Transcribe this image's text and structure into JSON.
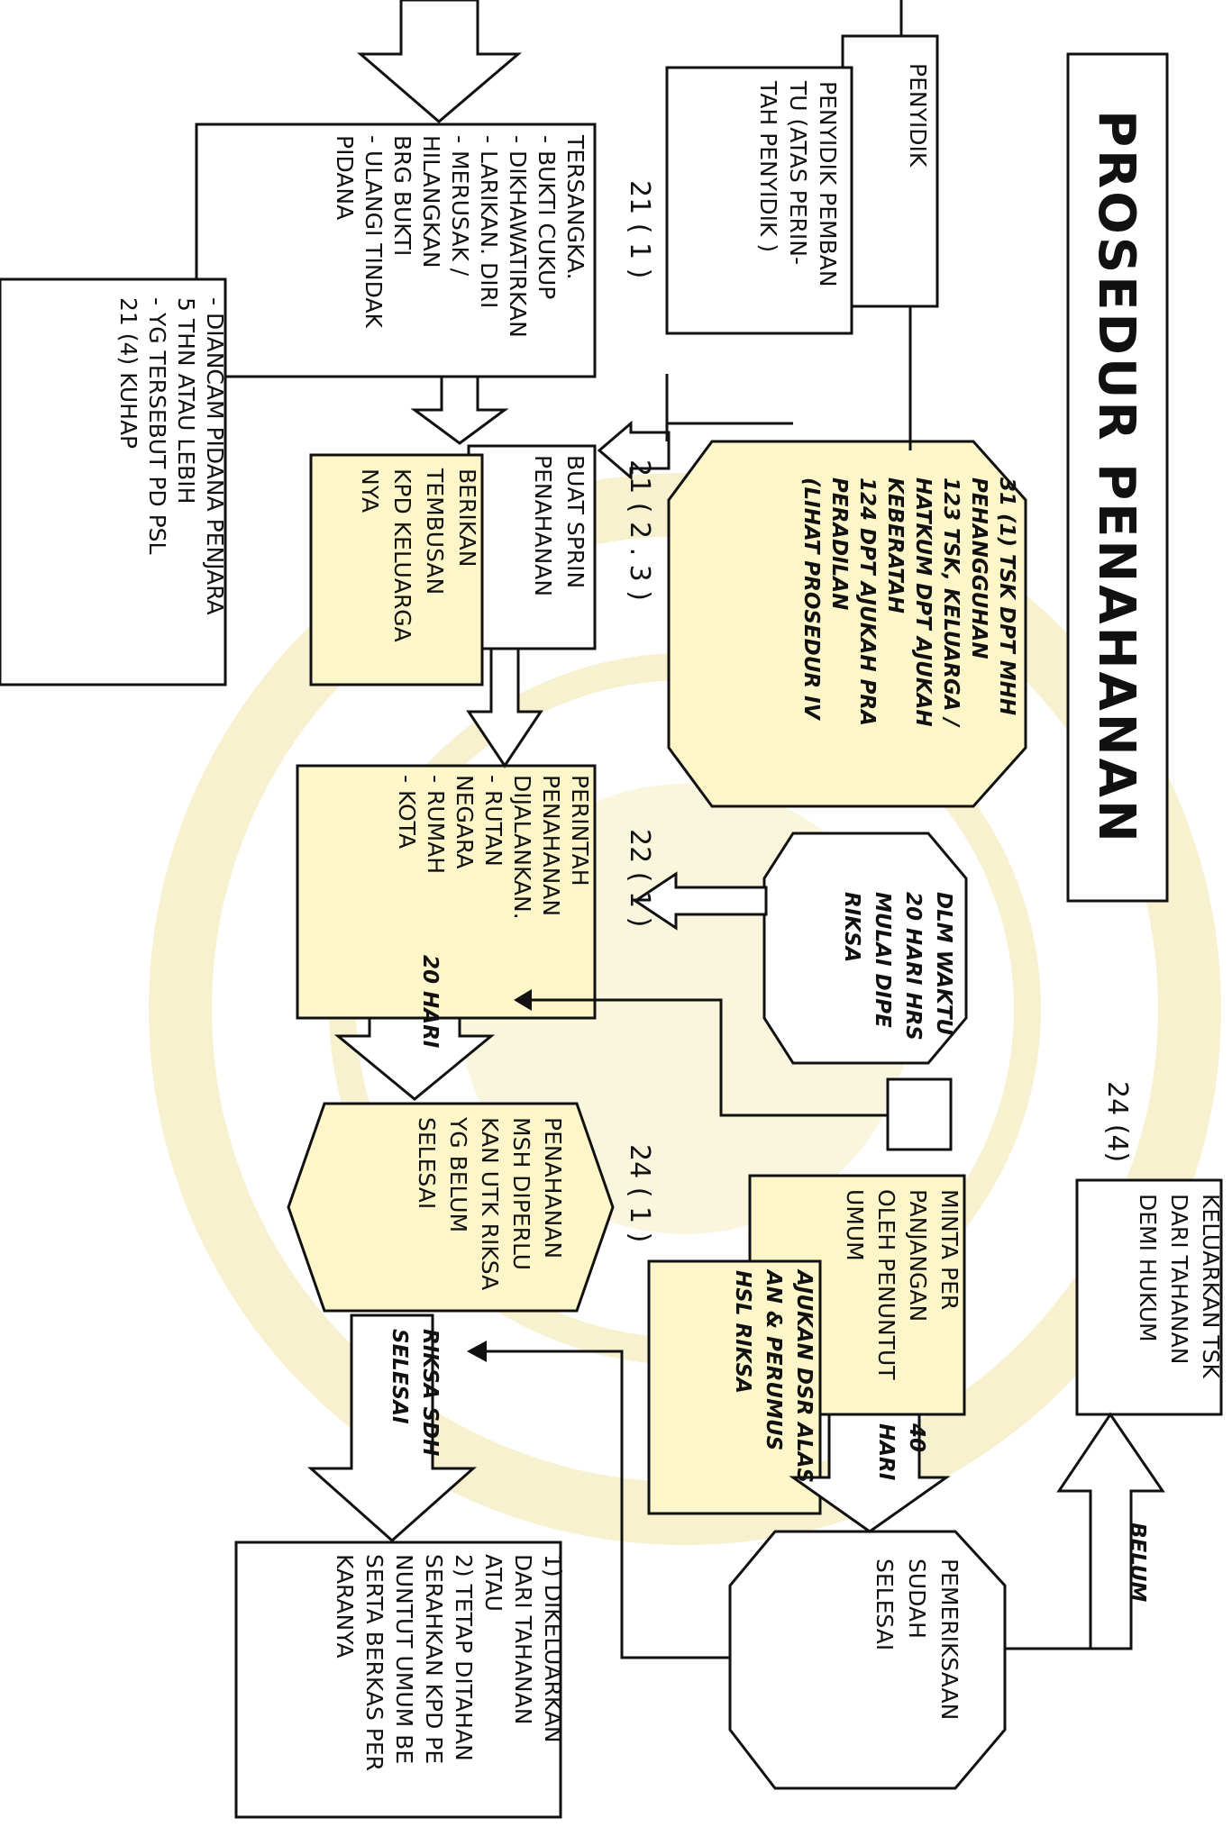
{
  "title": "PROSEDUR PENAHANAN",
  "refs": {
    "r21_1": "21 ( 1 )",
    "r21_23": "21 ( 2 . 3 )",
    "r22_1": "22 ( 1 )",
    "r24_1": "24 ( 1 )",
    "r24_4": "24 (4)"
  },
  "nodes": {
    "penyidik": [
      "PENYIDIK"
    ],
    "penyidik_pembantu": [
      "PENYIDIK PEMBAN",
      "TU (ATAS PERIN-",
      "TAH PENYIDIK )"
    ],
    "tersangka": [
      "TERSANGKA.",
      "- BUKTI CUKUP",
      "- DIKHAWATIRKAN",
      "- LARIKAN. DIRI",
      "- MERUSAK /",
      "HILANGKAN",
      "BRG BUKTI",
      "- ULANGI TINDAK",
      "PIDANA"
    ],
    "ancaman": [
      "- DIANCAM PIDANA PENJARA",
      "5 THN ATAU LEBIH",
      "- YG TERSEBUT PD PSL",
      "21 (4) KUHAP"
    ],
    "sprin": [
      "BUAT SPRIN",
      "PENAHANAN"
    ],
    "tembusan": [
      "BERIKAN",
      "TEMBUSAN",
      "KPD KELUARGA",
      "NYA"
    ],
    "hak_tsk": [
      "31 (1) TSK DPT MHH",
      "PEHANGGUHAN",
      "123 TSK, KELUARGA /",
      "HATKUM DPT AJUKAH",
      "KEBERATAH",
      "124 DPT AJUKAH PRA",
      "PERADILAN",
      "(LIHAT PROSEDUR IV"
    ],
    "perintah": [
      "PERINTAH",
      "PENAHANAN",
      "DIJALANKAN.",
      "- RUTAN",
      "NEGARA",
      "- RUMAH",
      "- KOTA"
    ],
    "waktu": [
      "DLM WAKTU",
      "20 HARI HRS",
      "MULAI DIPE",
      "RIKSA"
    ],
    "arrow_20": "20 HARI",
    "diperlukan": [
      "PENAHANAN",
      "MSH DIPERLU",
      "KAN UTK RIKSA",
      "YG BELUM",
      "SELESAI"
    ],
    "minta": [
      "MINTA PER",
      "PANJANGAN",
      "OLEH PENUNTUT",
      "UMUM"
    ],
    "ajukan": [
      "AJUKAN DSR ALAS",
      "AN & PERUMUS",
      "HSL RIKSA"
    ],
    "keluarkan": [
      "KELUARKAN TSK",
      "DARI TAHANAN",
      "DEMI HUKUM"
    ],
    "arrow_40": [
      "40",
      "HARI"
    ],
    "belum": "BELUM",
    "selesai": [
      "PEMERIKSAAN",
      "SUDAH",
      "SELESAI"
    ],
    "riksa_sdh": [
      "RIKSA SDH",
      "SELESAI"
    ],
    "hasil": [
      "1) DIKELUARKAN",
      "DARI TAHANAN",
      "ATAU",
      "2) TETAP DITAHAN",
      "SERAHKAN KPD PE",
      "NUNTUT UMUM BE",
      "SERTA BERKAS PER",
      "KARANYA"
    ]
  },
  "colors": {
    "highlight": "#fdf6c8",
    "ink": "#111111",
    "watermark": "#f2e6a8"
  }
}
